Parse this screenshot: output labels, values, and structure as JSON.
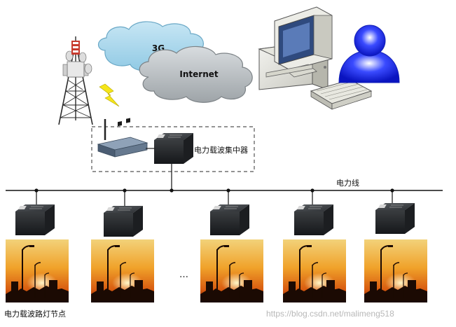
{
  "network": {
    "cloud_3g": "3G",
    "cloud_internet": "Internet"
  },
  "concentrator": {
    "label": "电力载波集中器"
  },
  "power_line": {
    "label": "电力线"
  },
  "nodes": {
    "ellipsis": "…",
    "label": "电力载波路灯节点",
    "count": 5
  },
  "watermark": "https://blog.csdn.net/malimeng518"
}
